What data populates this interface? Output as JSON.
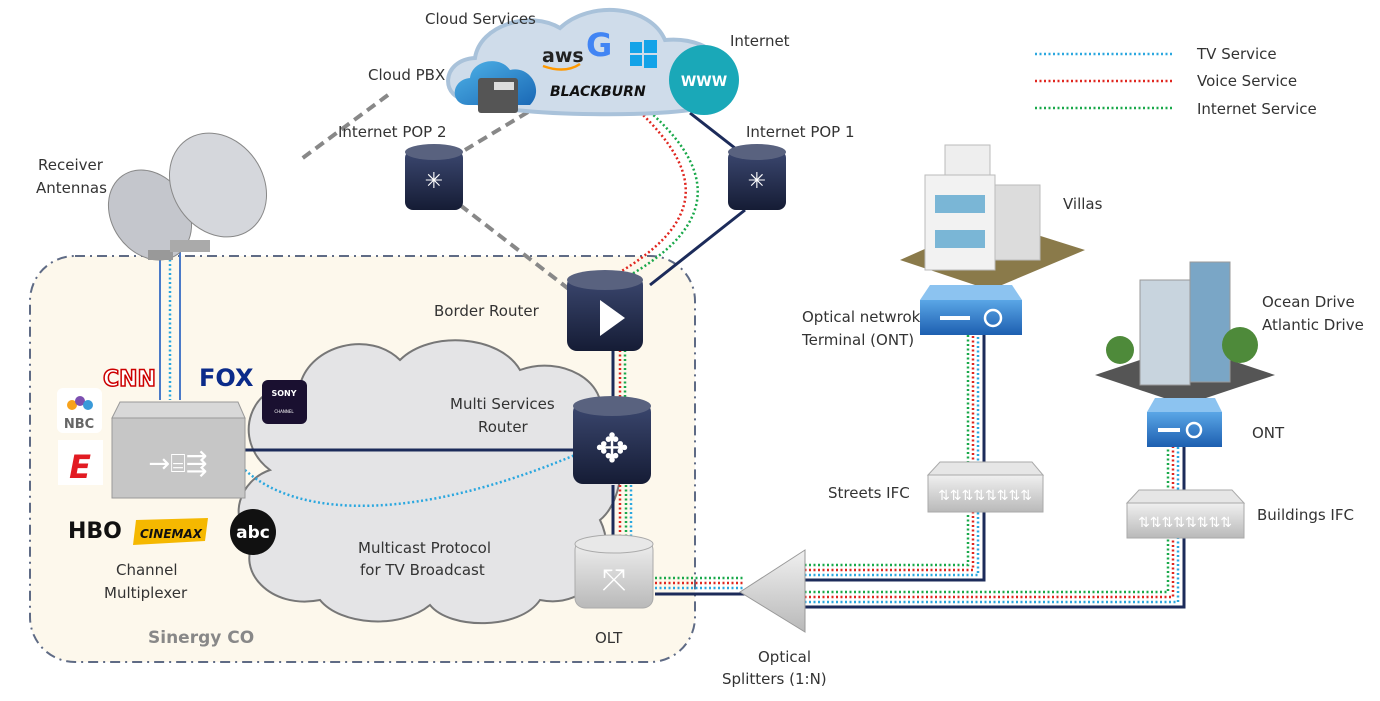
{
  "legend": [
    {
      "label": "TV Service",
      "color": "#2aa7df"
    },
    {
      "label": "Voice Service",
      "color": "#e0261f"
    },
    {
      "label": "Internet Service",
      "color": "#19a84a"
    }
  ],
  "colors": {
    "trunk": "#1c2b5a",
    "backup": "#8a8a8a",
    "co_fill": "#fdf8ec"
  },
  "cloud": {
    "title": "Cloud Services",
    "pbx": "Cloud PBX",
    "internet": "Internet",
    "logos": {
      "aws": "aws",
      "google": "G",
      "brand": "BLACKBURN",
      "www": "WWW"
    }
  },
  "nodes": {
    "pop2": "Internet POP 2",
    "pop1": "Internet POP 1",
    "antennas": [
      "Receiver",
      "Antennas"
    ],
    "border_router": "Border Router",
    "msr": [
      "Multi Services",
      "Router"
    ],
    "multicast": [
      "Multicast Protocol",
      "for TV Broadcast"
    ],
    "mux": [
      "Channel",
      "Multiplexer"
    ],
    "co": "Sinergy CO",
    "olt": "OLT",
    "splitter": [
      "Optical",
      "Splitters  (1:N)"
    ],
    "villas": "Villas",
    "ont1": [
      "Optical netwrok",
      "Terminal (ONT)"
    ],
    "streets_ifc": "Streets IFC",
    "ocean": [
      "Ocean Drive",
      "Atlantic Drive"
    ],
    "ont2": "ONT",
    "buildings_ifc": "Buildings IFC"
  },
  "channels": {
    "cnn": "CNN",
    "fox": "FOX",
    "nbc": "NBC",
    "espn": "E",
    "sony": "SONY",
    "sony_sub": "CHANNEL",
    "hbo": "HBO",
    "cinemax": "CINEMAX",
    "abc": "abc"
  }
}
